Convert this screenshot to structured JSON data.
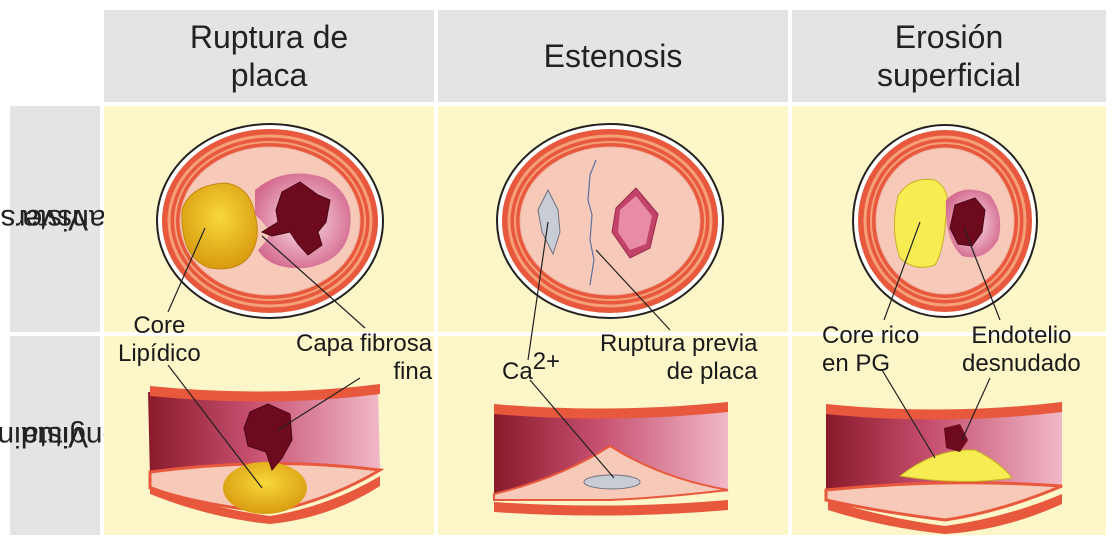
{
  "columns": [
    {
      "title_line1": "Ruptura de",
      "title_line2": "placa"
    },
    {
      "title_line1": "Estenosis",
      "title_line2": ""
    },
    {
      "title_line1": "Erosión",
      "title_line2": "superficial"
    }
  ],
  "rows": [
    {
      "line1": "Vista",
      "line2": "Transversal"
    },
    {
      "line1": "Vista",
      "line2": "Longitudinal"
    }
  ],
  "labels": {
    "core_lipidico_1": "Core",
    "core_lipidico_2": "Lipídico",
    "capa_fibrosa_1": "Capa fibrosa",
    "capa_fibrosa_2": "fina",
    "ca": "Ca",
    "ca_sup": "2+",
    "ruptura_previa_1": "Ruptura previa",
    "ruptura_previa_2": "de placa",
    "core_pg_1": "Core rico",
    "core_pg_2": "en PG",
    "endotelio_1": "Endotelio",
    "endotelio_2": "desnudado"
  },
  "colors": {
    "header_bg": "#e4e4e4",
    "cell_bg": "#fdf6c9",
    "vessel_wall": "#f07a55",
    "lumen": "#f5c2b8",
    "thrombus": "#7a0a22",
    "lipid_core": "#e8b816",
    "pg_core": "#f7ec52"
  }
}
